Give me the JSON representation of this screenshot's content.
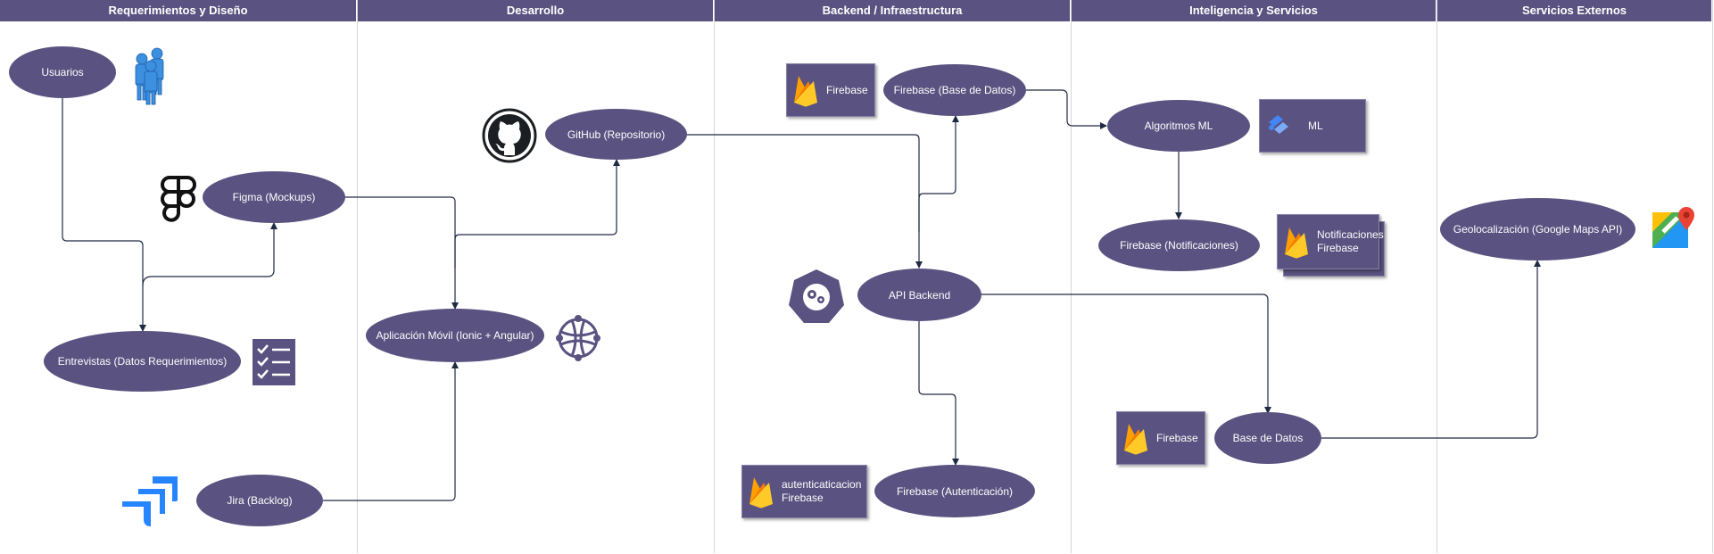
{
  "lanes": [
    {
      "title": "Requerimientos y Diseño"
    },
    {
      "title": "Desarrollo"
    },
    {
      "title": "Backend / Infraestructura"
    },
    {
      "title": "Inteligencia y Servicios"
    },
    {
      "title": "Servicios Externos"
    }
  ],
  "nodes": {
    "usuarios": "Usuarios",
    "figma": "Figma (Mockups)",
    "entrevistas": "Entrevistas (Datos Requerimientos)",
    "jira": "Jira (Backlog)",
    "github": "GitHub (Repositorio)",
    "app_movil": "Aplicación Móvil (Ionic + Angular)",
    "firebase_db": "Firebase (Base de Datos)",
    "api_backend": "API Backend",
    "firebase_auth": "Firebase (Autenticación)",
    "algoritmos_ml": "Algoritmos ML",
    "firebase_notif": "Firebase (Notificaciones)",
    "base_datos": "Base de Datos",
    "geolocalizacion": "Geolocalización (Google Maps API)"
  },
  "badges": {
    "firebase_top": {
      "line1": "Firebase",
      "line2": ""
    },
    "auth": {
      "line1": "autenticaticacion",
      "line2": "Firebase"
    },
    "ml": {
      "line1": "ML",
      "line2": ""
    },
    "notif": {
      "line1": "Notificaciones",
      "line2": "Firebase"
    },
    "firebase_bottom": {
      "line1": "Firebase",
      "line2": ""
    }
  },
  "icons": {
    "users": "users-group-icon",
    "figma": "figma-logo-icon",
    "checklist": "checklist-icon",
    "jira": "jira-logo-icon",
    "github": "github-logo-icon",
    "globe": "globe-network-icon",
    "kubernetes": "kubernetes-gear-icon",
    "google_maps": "google-maps-icon",
    "firebase": "firebase-flame-icon",
    "vertex": "vertex-ai-icon"
  },
  "colors": {
    "header": "#5a5280",
    "node": "#5a5280",
    "edge": "#1f2a44"
  }
}
